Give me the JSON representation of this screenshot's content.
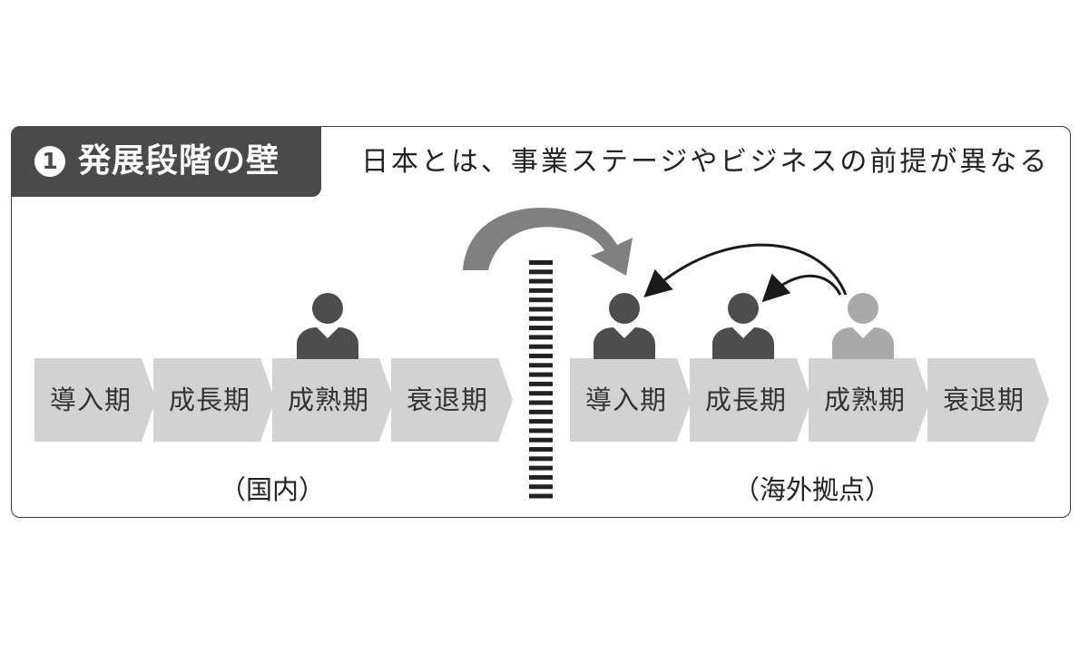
{
  "title": {
    "number": "1",
    "text": "発展段階の壁"
  },
  "subtitle": "日本とは、事業ステージやビジネスの前提が異なる",
  "domestic": {
    "stages": [
      "導入期",
      "成長期",
      "成熟期",
      "衰退期"
    ],
    "label": "（国内）"
  },
  "overseas": {
    "stages": [
      "導入期",
      "成長期",
      "成熟期",
      "衰退期"
    ],
    "label": "（海外拠点）"
  },
  "colors": {
    "title_bg": "#4a4a4a",
    "stage_fill": "#d2d2d2",
    "person_dark": "#4d4d4d",
    "person_light": "#a9a9a9",
    "big_arrow": "#808080",
    "wall": "#222222"
  },
  "icons": [
    "person-icon",
    "curved-arrow-icon",
    "wall-icon"
  ]
}
